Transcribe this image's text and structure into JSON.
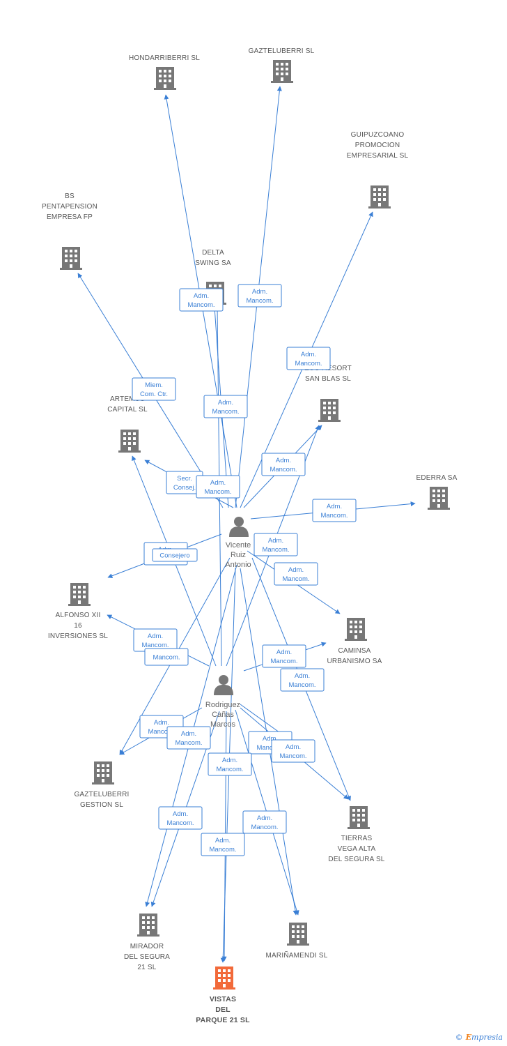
{
  "colors": {
    "edge": "#3a7fd5",
    "company": "#777777",
    "main_company": "#f26a3a",
    "person": "#777777"
  },
  "companies": [
    {
      "id": "hondarriberri",
      "label": [
        "HONDARRIBERRI SL"
      ],
      "icon": "building-icon"
    },
    {
      "id": "gazteluberri",
      "label": [
        "GAZTELUBERRI SL"
      ],
      "icon": "building-icon"
    },
    {
      "id": "guipuzcoano",
      "label": [
        "GUIPUZCOANO",
        "PROMOCION",
        "EMPRESARIAL SL"
      ],
      "icon": "building-icon"
    },
    {
      "id": "bs",
      "label": [
        "BS",
        "PENTAPENSION",
        "EMPRESA FP"
      ],
      "icon": "building-icon"
    },
    {
      "id": "delta",
      "label": [
        "DELTA",
        "SWING SA"
      ],
      "icon": "building-icon"
    },
    {
      "id": "ecoresort",
      "label": [
        "ECO RESORT",
        "SAN BLAS SL"
      ],
      "icon": "building-icon"
    },
    {
      "id": "artemus",
      "label": [
        "ARTEMUS",
        "CAPITAL SL"
      ],
      "icon": "building-icon"
    },
    {
      "id": "ederra",
      "label": [
        "EDERRA SA"
      ],
      "icon": "building-icon"
    },
    {
      "id": "alfonso",
      "label": [
        "ALFONSO XII",
        "16",
        "INVERSIONES SL"
      ],
      "icon": "building-icon"
    },
    {
      "id": "caminsa",
      "label": [
        "CAMINSA",
        "URBANISMO SA"
      ],
      "icon": "building-icon"
    },
    {
      "id": "gaztelugestion",
      "label": [
        "GAZTELUBERRI",
        "GESTION SL"
      ],
      "icon": "building-icon"
    },
    {
      "id": "tierras",
      "label": [
        "TIERRAS",
        "VEGA ALTA",
        "DEL SEGURA SL"
      ],
      "icon": "building-icon"
    },
    {
      "id": "mirador",
      "label": [
        "MIRADOR",
        "DEL SEGURA",
        "21 SL"
      ],
      "icon": "building-icon"
    },
    {
      "id": "marinamendi",
      "label": [
        "MARIÑAMENDI SL"
      ],
      "icon": "building-icon"
    },
    {
      "id": "vistas",
      "label": [
        "VISTAS",
        "DEL",
        "PARQUE 21 SL"
      ],
      "icon": "building-icon",
      "main": true
    }
  ],
  "persons": [
    {
      "id": "vicente",
      "label": [
        "Vicente",
        "Ruiz",
        "Antonio"
      ],
      "icon": "person-icon"
    },
    {
      "id": "rodriguez",
      "label": [
        "Rodriguez",
        "Cañas",
        "Marcos"
      ],
      "icon": "person-icon"
    }
  ],
  "roles": [
    {
      "id": "r1",
      "lines": [
        "Adm.",
        "Mancom."
      ]
    },
    {
      "id": "r2",
      "lines": [
        "Adm.",
        "Mancom."
      ]
    },
    {
      "id": "r3",
      "lines": [
        "Adm.",
        "Mancom."
      ]
    },
    {
      "id": "r4",
      "lines": [
        "Miem.",
        "Com. Ctr."
      ]
    },
    {
      "id": "r5",
      "lines": [
        "Adm.",
        "Mancom."
      ]
    },
    {
      "id": "r6",
      "lines": [
        "Adm.",
        "Mancom."
      ]
    },
    {
      "id": "r7",
      "lines": [
        "Secr.",
        "Consej."
      ]
    },
    {
      "id": "r8",
      "lines": [
        "Adm.",
        "Mancom."
      ]
    },
    {
      "id": "r9",
      "lines": [
        "Adm.",
        "Mancom."
      ]
    },
    {
      "id": "r10",
      "lines": [
        "Adm.",
        "M"
      ]
    },
    {
      "id": "r11",
      "lines": [
        "Consejero"
      ]
    },
    {
      "id": "r12",
      "lines": [
        "Adm.",
        "Mancom."
      ]
    },
    {
      "id": "r13",
      "lines": [
        "Adm.",
        "Mancom."
      ]
    },
    {
      "id": "r14",
      "lines": [
        "Adm.",
        "Mancom."
      ]
    },
    {
      "id": "r15",
      "lines": [
        "Mancom."
      ]
    },
    {
      "id": "r16",
      "lines": [
        "Adm.",
        "Mancom."
      ]
    },
    {
      "id": "r17",
      "lines": [
        "Adm.",
        "Mancom."
      ]
    },
    {
      "id": "r18",
      "lines": [
        "Adm.",
        "Mancom."
      ]
    },
    {
      "id": "r19",
      "lines": [
        "Adm.",
        "Mancom."
      ]
    },
    {
      "id": "r20",
      "lines": [
        "Adm.",
        "Mancom."
      ]
    },
    {
      "id": "r21",
      "lines": [
        "Adm.",
        "Mancom."
      ]
    },
    {
      "id": "r22",
      "lines": [
        "Adm.",
        "Mancom."
      ]
    },
    {
      "id": "r23",
      "lines": [
        "Adm.",
        "Mancom."
      ]
    },
    {
      "id": "r24",
      "lines": [
        "Adm.",
        "Mancom."
      ]
    },
    {
      "id": "r25",
      "lines": [
        "Adm.",
        "Mancom."
      ]
    }
  ],
  "brand": {
    "copyright": "©",
    "name_initial": "E",
    "name_rest": "mpresia"
  }
}
